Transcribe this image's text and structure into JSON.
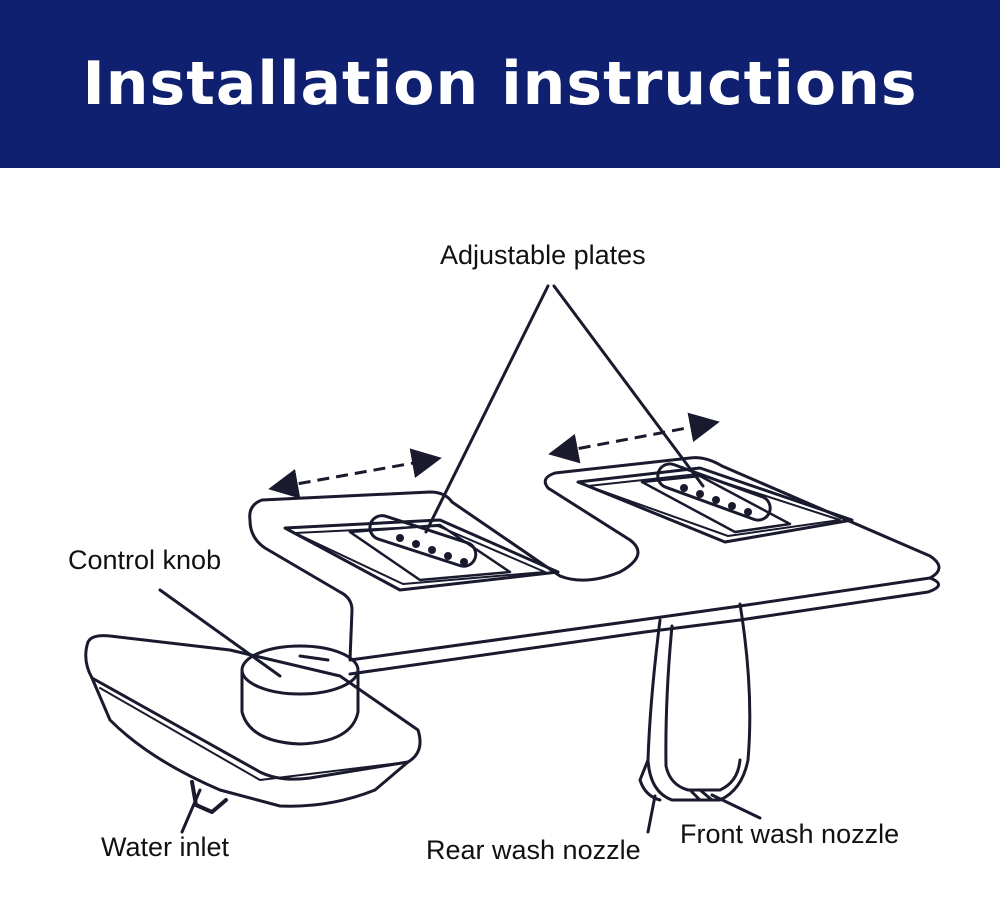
{
  "header": {
    "title": "Installation instructions",
    "background_color": "#0e206f",
    "text_color": "#ffffff"
  },
  "labels": {
    "adjustable_plates": "Adjustable plates",
    "control_knob": "Control knob",
    "water_inlet": "Water inlet",
    "rear_wash_nozzle": "Rear wash nozzle",
    "front_wash_nozzle": "Front wash nozzle"
  },
  "line_color": "#1a1a2e"
}
